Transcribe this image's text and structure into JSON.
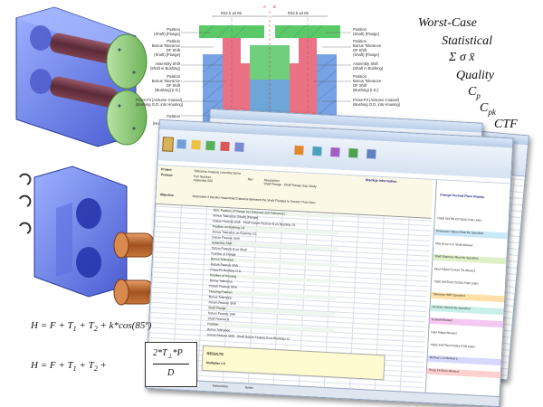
{
  "labels": {
    "worst_case": "Worst-Case",
    "statistical": "Statistical",
    "symbols": "Σ σ x̄",
    "quality": "Quality",
    "cp": "C",
    "cp_sub": "p",
    "cpk": "C",
    "cpk_sub": "pk",
    "ctf": "CTF"
  },
  "formulas": {
    "f1": "H = F + T",
    "f1_rest": " + T",
    "f1_tail": " + k*cos(85º)",
    "f2": "H = F + T",
    "f2_rest": " + T",
    "f2_plus": " +",
    "f2_num": "2*T",
    "f2_num_tail": "*P",
    "f2_den": "D",
    "sub1": "1",
    "sub2": "2",
    "sub_perp": "⊥"
  },
  "drawing": {
    "dim_left": "R42.5 ±0.05",
    "dim_right": "R42.5 ±0.05",
    "sec_a": "A",
    "sec_b": "B",
    "left_callouts": [
      {
        "lines": [
          "Position",
          "(Shaft) [Flange]"
        ]
      },
      {
        "lines": [
          "Position",
          "Bonus Tolerance",
          "DF Shift",
          "(Shaft) [Flange]"
        ]
      },
      {
        "lines": [
          "Assembly Shift",
          "(Shaft in Bushing)"
        ]
      },
      {
        "lines": [
          "Position",
          "Bonus Tolerance",
          "DF Shift",
          "(Bushing) [I.D.]"
        ]
      },
      {
        "lines": [
          "Press-Fit (Assume Coaxial)",
          "(Bushing O.D. into Housing)"
        ]
      },
      {
        "lines": [
          "Position"
        ]
      },
      {
        "lines": [
          "(Housing)"
        ]
      }
    ],
    "right_callouts": [
      {
        "lines": [
          "Position",
          "(Shaft) [Flange]"
        ]
      },
      {
        "lines": [
          "Position",
          "Bonus Tolerance",
          "DF Shift",
          "(Shaft) [Flange]"
        ]
      },
      {
        "lines": [
          "Assembly Shift",
          "(Shaft in Bushing)"
        ]
      },
      {
        "lines": [
          "Position",
          "Bonus Tolerance",
          "DF Shift",
          "(Bushing) [I.D.]"
        ]
      },
      {
        "lines": [
          "Press-Fit (Assume Coaxial)",
          "(Bushing O.D. into Housing)"
        ]
      }
    ]
  },
  "spreadsheet": {
    "project_label": "Project",
    "project_value": "Tolerance Analysis Learning Demo",
    "product_label": "Product",
    "part_number_label": "Part Number",
    "part_number_value": "Assembly 000",
    "rev_label": "Rev",
    "desc_label": "Description",
    "desc_value": "Shaft Flange - Shaft Flange Gap Study",
    "objective_label": "Objective",
    "objective_value": "Determine if the Min Assembled Distance Between the Shaft Flanges is Greater Than Zero",
    "stackup_title": "Stackup Information",
    "results_label": "RESULTS",
    "multiplier_label": "Multiplier 1.5",
    "sidebar_title": "Change Decimal Place Display",
    "sidebar_items": [
      "<SEE INSTRUCTIONS FOR USE>",
      "Dimension Values Must Be Specified",
      "Max Entry is in Shaft Allowed",
      "Shaft Diameter Must Be Specified",
      "Input Adjust Feature Tol Allowed",
      "<SEE INSTRUCTIONS FOR USE>",
      "Tolerance WRT specified",
      "No Entry Should Be Specified",
      "Is Shaft Allowed",
      "Input Adjust Allowed",
      "<SEE INSTRUCTIONS FOR USE>",
      "Method 1 of Method 2",
      "Press Fit Entry Allowed"
    ],
    "rows": [
      "Dim. Position of Flange (A1 Datumss and Tolerance)",
      "Bonus Tolerance (Shaft) [Flange]",
      "Datum Feature Shift - Shaft Datum Feature B on Bushing I.D.",
      "Position on Bushing I.D.",
      "Bonus Tolerance on Bushing I.D.",
      "Datum Feature Shift",
      "Assembly Shift",
      "Datum Feature B on Shaft",
      "Position of Flange",
      "Bonus Tolerance",
      "Datum Feature Shift",
      "Press-Fit Bushing O.D.",
      "Position of Housing",
      "Bonus Tolerance",
      "Datum Feature Shift",
      "Housing Position",
      "Bonus Tolerance",
      "Datum Feature Shift",
      "Shaft Flange",
      "Datum Feature Shift",
      "Shaft Feature B",
      "Position",
      "Bonus Tolerance",
      "Datum Feature Shift - Shaft Datum Feature B on Bushing I.D."
    ],
    "sheet_tabs": [
      "Stackup",
      "Instructions",
      "Notes"
    ]
  }
}
